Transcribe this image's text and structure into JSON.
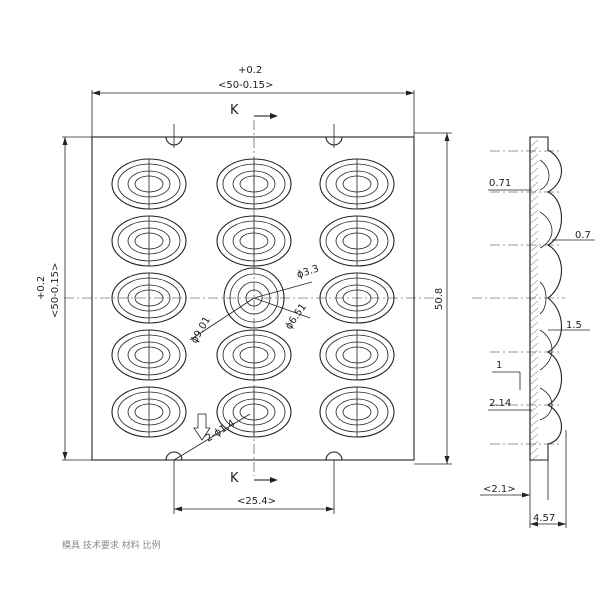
{
  "drawing": {
    "section_label": "K",
    "front_view": {
      "width_tol_upper": "+0.2",
      "width_nominal": "<50-0.15>",
      "height_tol_upper": "+0.2",
      "height_nominal": "<50-0.15>",
      "height_overall": "50.8",
      "pitch_bottom": "<25.4>",
      "dia_inner": "ϕ3.3",
      "dia_outer_small": "ϕ6.51",
      "dia_outer_large": "ϕ9.01",
      "hole_dim": "2-ϕ1.4"
    },
    "section_view": {
      "dim_0_71": "0.71",
      "dim_0_7": "0.7",
      "dim_1_5": "1.5",
      "dim_1": "1",
      "dim_2_14": "2.14",
      "dim_2_1": "<2.1>",
      "dim_4_57": "4.57"
    },
    "footer_note": "模具 技术要求 材料 比例"
  }
}
